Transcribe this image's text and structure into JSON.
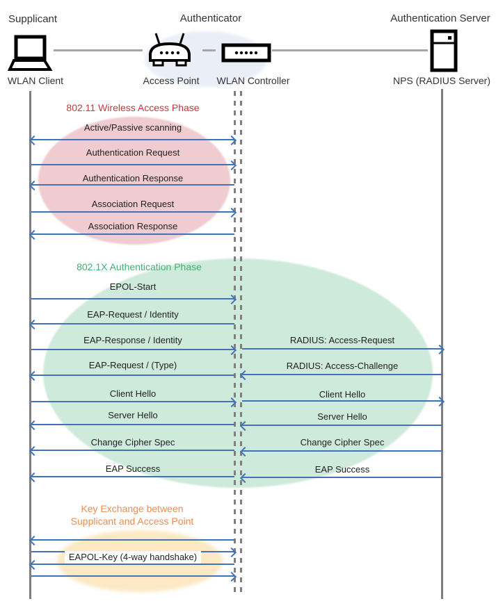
{
  "actors": {
    "supplicant": {
      "role": "Supplicant",
      "device": "WLAN Client",
      "icon": "laptop-icon"
    },
    "authenticator": {
      "role": "Authenticator",
      "device_ap": "Access Point",
      "device_wlc": "WLAN Controller",
      "icon_ap": "access-point-icon",
      "icon_wlc": "wlan-controller-icon"
    },
    "auth_server": {
      "role": "Authentication Server",
      "device": "NPS (RADIUS Server)",
      "icon": "server-icon"
    }
  },
  "phases": [
    {
      "title": "802.11 Wireless Access Phase",
      "title_color": "#C4383F",
      "ellipse_color": "#F0CBCF"
    },
    {
      "title": "802.1X Authentication Phase",
      "title_color": "#3FB271",
      "ellipse_color": "#CEEADA"
    },
    {
      "title_line1": "Key Exchange between",
      "title_line2": "Supplicant and Access Point",
      "title_color": "#E98E54",
      "ellipse_color": "#FCE8C2"
    }
  ],
  "messages": {
    "left": [
      {
        "label": "Active/Passive scanning",
        "direction": "both"
      },
      {
        "label": "Authentication Request",
        "direction": "right"
      },
      {
        "label": "Authentication Response",
        "direction": "left"
      },
      {
        "label": "Association Request",
        "direction": "right"
      },
      {
        "label": "Association Response",
        "direction": "left"
      },
      {
        "label": "EPOL-Start",
        "direction": "right"
      },
      {
        "label": "EAP-Request / Identity",
        "direction": "left"
      },
      {
        "label": "EAP-Response / Identity",
        "direction": "right"
      },
      {
        "label": "EAP-Request / (Type)",
        "direction": "left"
      },
      {
        "label": "Client Hello",
        "direction": "right"
      },
      {
        "label": "Server Hello",
        "direction": "left"
      },
      {
        "label": "Change Cipher Spec",
        "direction": "left"
      },
      {
        "label": "EAP Success",
        "direction": "left"
      }
    ],
    "right": [
      {
        "label": "RADIUS: Access-Request",
        "direction": "right"
      },
      {
        "label": "RADIUS: Access-Challenge",
        "direction": "left"
      },
      {
        "label": "Client Hello",
        "direction": "right"
      },
      {
        "label": "Server Hello",
        "direction": "left"
      },
      {
        "label": "Change Cipher Spec",
        "direction": "left"
      },
      {
        "label": "EAP Success",
        "direction": "left"
      }
    ],
    "handshake": {
      "label": "EAPOL-Key (4-way handshake)",
      "arrows": [
        "left",
        "right",
        "left",
        "right"
      ]
    }
  },
  "colors": {
    "arrow": "#4273B8",
    "lifeline": "#7F7F7F",
    "connector": "#A6A6A6",
    "authenticator_bg": "#EAEEF7"
  }
}
